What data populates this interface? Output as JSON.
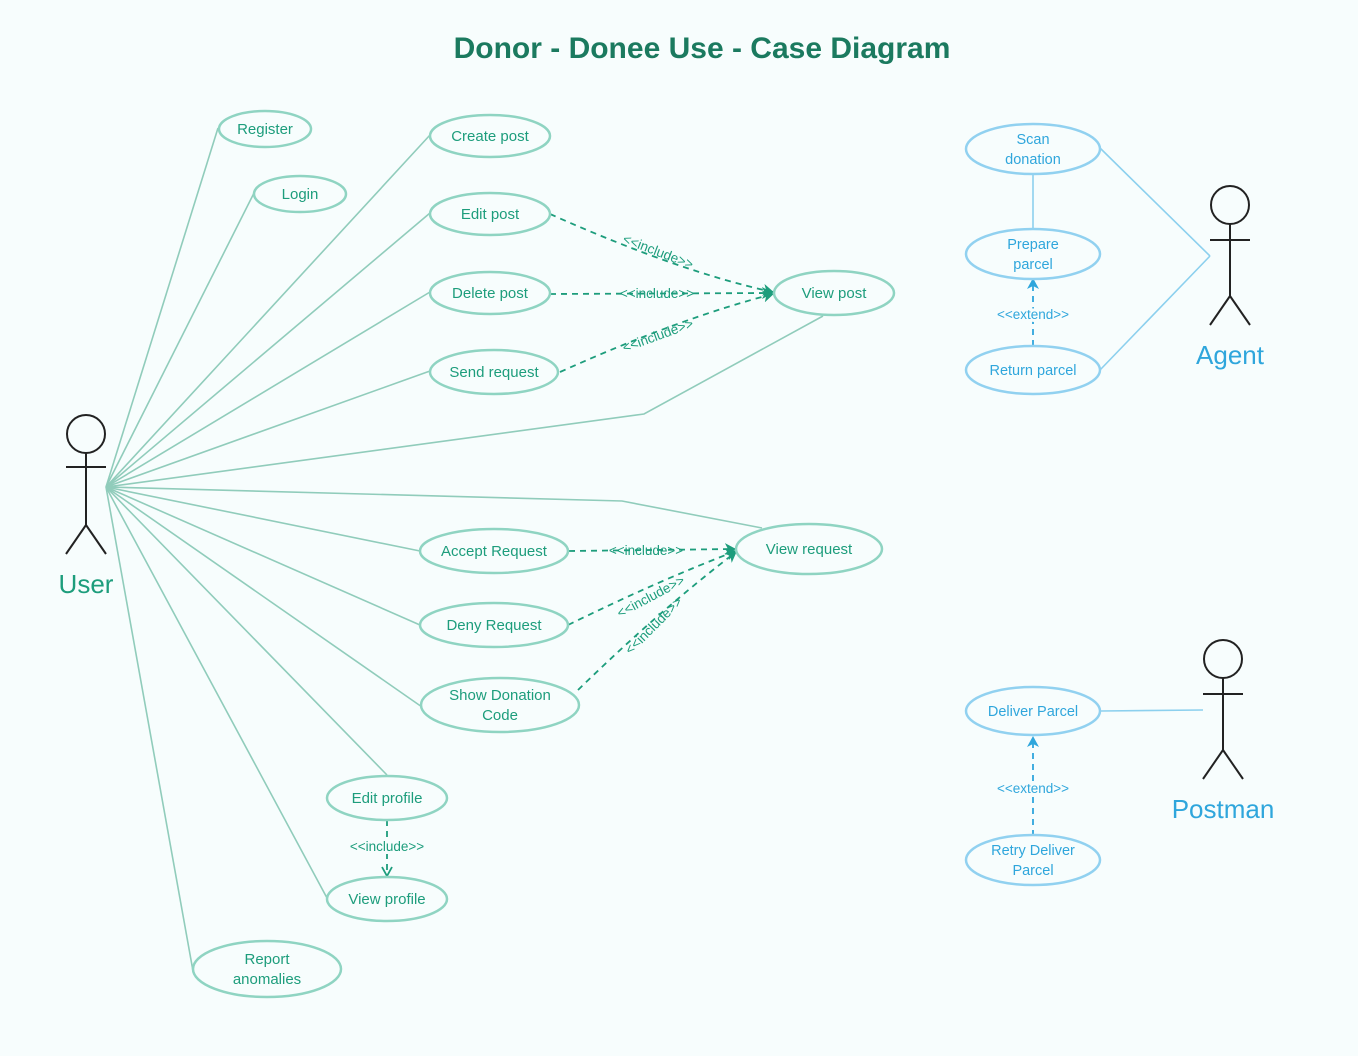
{
  "title": "Donor - Donee Use - Case Diagram",
  "colors": {
    "title": "#1b7a5f",
    "green": "#1d9d7c",
    "green_light": "#8fd4c2",
    "blue": "#2fa6dc",
    "blue_light": "#91d1f0",
    "background": "#f7fdfd"
  },
  "actors": {
    "user": "User",
    "agent": "Agent",
    "postman": "Postman"
  },
  "use_cases": {
    "register": [
      "Register"
    ],
    "login": [
      "Login"
    ],
    "create_post": [
      "Create post"
    ],
    "edit_post": [
      "Edit post"
    ],
    "delete_post": [
      "Delete post"
    ],
    "send_request": [
      "Send request"
    ],
    "view_post": [
      "View post"
    ],
    "accept_request": [
      "Accept Request"
    ],
    "deny_request": [
      "Deny Request"
    ],
    "show_donation_code": [
      "Show Donation",
      "Code"
    ],
    "view_request": [
      "View request"
    ],
    "edit_profile": [
      "Edit profile"
    ],
    "view_profile": [
      "View profile"
    ],
    "report_anomalies": [
      "Report",
      "anomalies"
    ],
    "scan_donation": [
      "Scan",
      "donation"
    ],
    "prepare_parcel": [
      "Prepare",
      "parcel"
    ],
    "return_parcel": [
      "Return parcel"
    ],
    "deliver_parcel": [
      "Deliver Parcel"
    ],
    "retry_deliver_parcel": [
      "Retry Deliver",
      "Parcel"
    ]
  },
  "relationships": {
    "include": "<<include>>",
    "extend": "<<extend>>"
  }
}
